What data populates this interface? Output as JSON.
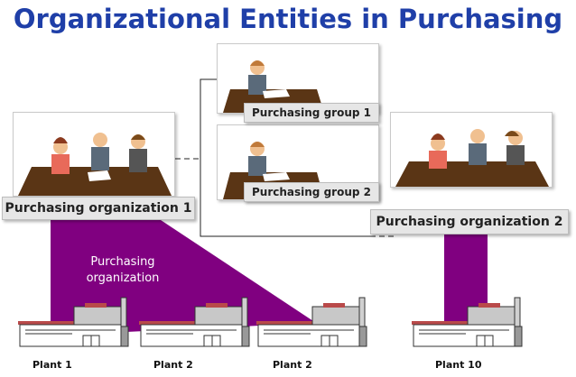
{
  "title": "Organizational Entities in Purchasing",
  "purchasing_org_1": "Purchasing organization 1",
  "purchasing_org_2": "Purchasing organization 2",
  "purchasing_group_1": "Purchasing group 1",
  "purchasing_group_2": "Purchasing group 2",
  "area_label_line1": "Purchasing",
  "area_label_line2": "organization",
  "plants": [
    "Plant 1",
    "Plant 2",
    "Plant 2",
    "Plant 10"
  ],
  "colors": {
    "title": "#1f3fa8",
    "purple": "#800080",
    "label_bg": "#e6e6e6"
  }
}
